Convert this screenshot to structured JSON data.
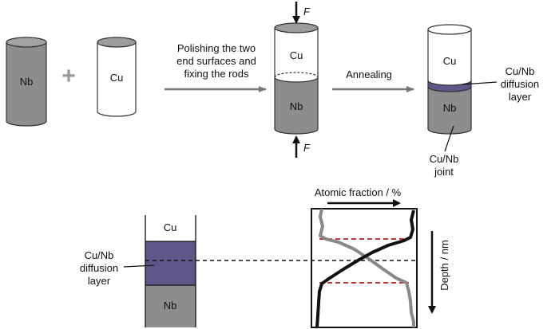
{
  "materials": {
    "nb": "Nb",
    "cu": "Cu"
  },
  "operators": {
    "plus": "+"
  },
  "steps": {
    "polish_line1": "Polishing the two",
    "polish_line2": "end surfaces and",
    "polish_line3": "fixing the rods",
    "annealing": "Annealing"
  },
  "force_label": "F",
  "joint_annotations": {
    "diffusion_line1": "Cu/Nb",
    "diffusion_line2": "diffusion",
    "diffusion_line3": "layer",
    "joint_line1": "Cu/Nb",
    "joint_line2": "joint"
  },
  "detail": {
    "diffusion_line1": "Cu/Nb",
    "diffusion_line2": "diffusion",
    "diffusion_line3": "layer"
  },
  "profile": {
    "x_axis_label": "Atomic fraction / %",
    "y_axis_label": "Depth / nm"
  },
  "colors": {
    "nb_fill": "#8d8d8d",
    "cu_fill": "#ffffff",
    "diffusion_fill": "#5e5688",
    "boundary_dashed": "#c8383a",
    "arrow_gray": "#777777"
  }
}
